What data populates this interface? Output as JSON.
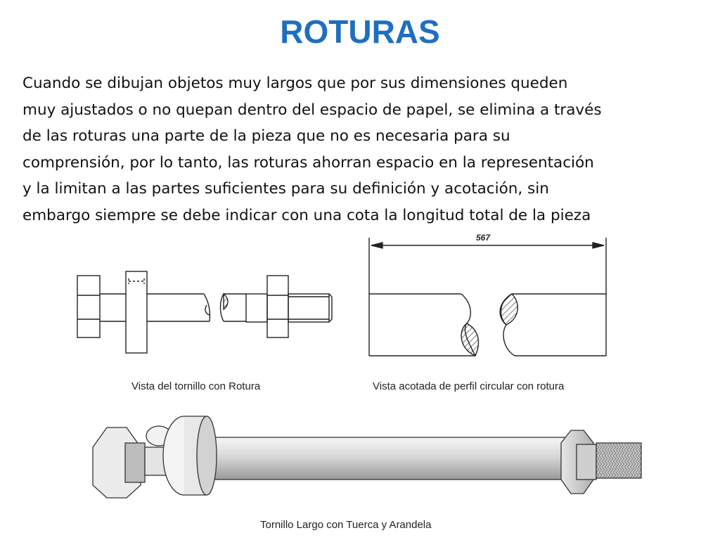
{
  "title": "ROTURAS",
  "paragraph": [
    "Cuando se dibujan objetos muy largos que por sus dimensiones queden",
    "muy ajustados o no quepan dentro del espacio de papel, se elimina a través",
    "de las roturas una parte de la pieza que no es necesaria para su",
    "comprensión, por lo tanto, las roturas ahorran espacio en la representación",
    "y la limitan a las partes suficientes para su definición y acotación, sin",
    "embargo siempre se debe indicar con una cota la longitud total de la pieza"
  ],
  "figures": {
    "dimension_value": "567",
    "caption_left": "Vista del tornillo con Rotura",
    "caption_right": "Vista acotada de perfil circular con rotura",
    "caption_bottom": "Tornillo Largo con Tuerca y Arandela"
  },
  "colors": {
    "title": "#1f6fc1",
    "line": "#222222"
  }
}
